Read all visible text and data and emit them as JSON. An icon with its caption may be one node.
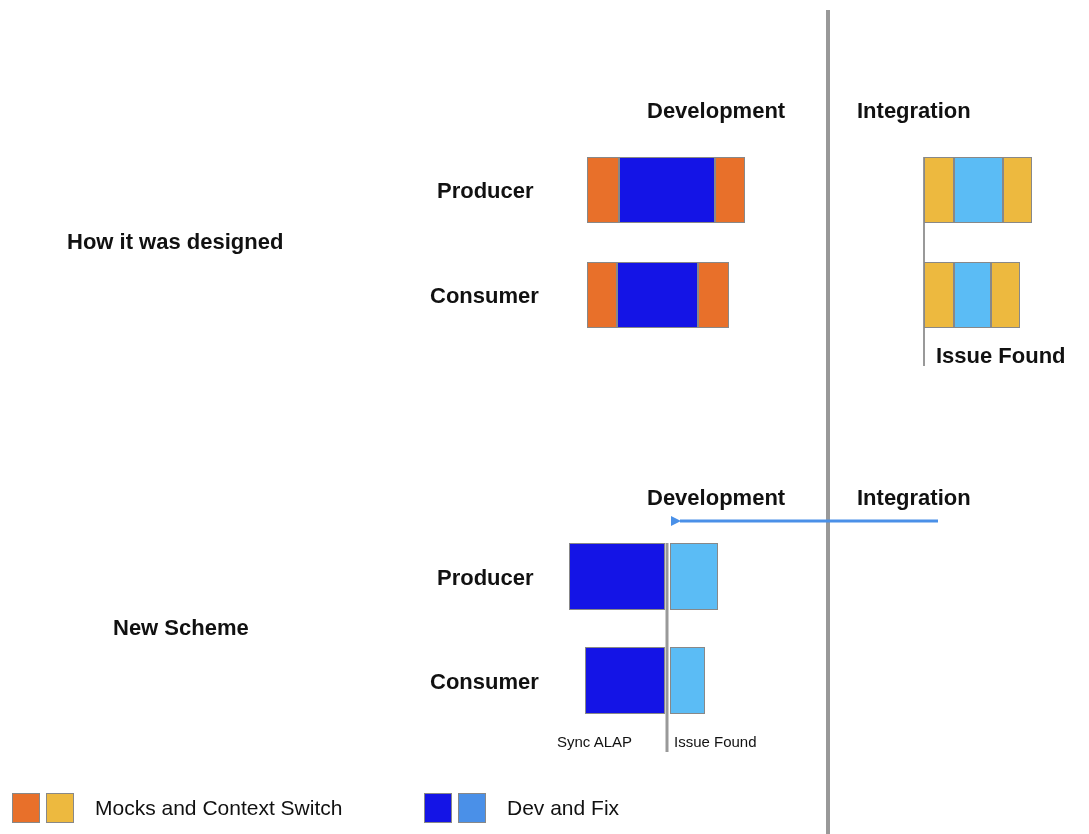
{
  "diagram": {
    "nodes": [
      {
        "text": [],
        "shape": "bar"
      },
      {
        "text": [],
        "shape": "bar"
      },
      {
        "text": [],
        "shape": "bar"
      },
      {
        "text": [],
        "shape": "bar"
      },
      {
        "text": [],
        "shape": "bar"
      },
      {
        "text": [],
        "shape": "bar"
      },
      {
        "text": [],
        "shape": "bar"
      },
      {
        "text": [],
        "shape": "bar"
      },
      {
        "text": [],
        "shape": "bar"
      },
      {
        "text": [],
        "shape": "bar"
      },
      {
        "text": [],
        "shape": "bar"
      },
      {
        "text": [],
        "shape": "bar"
      },
      {
        "text": [],
        "shape": "bar"
      },
      {
        "text": [],
        "shape": "bar"
      },
      {
        "text": [],
        "shape": "bar"
      },
      {
        "text": [],
        "shape": "bar"
      }
    ],
    "labels": [
      "Development",
      "Integration",
      "Producer",
      "How it was designed",
      "Consumer",
      "Issue Found",
      "Development",
      "Integration",
      "Producer",
      "New Scheme",
      "Consumer",
      "Sync ALAP",
      "Issue Found"
    ],
    "legend": [
      {
        "text": "Mocks and Context Switch",
        "color": "#e8702a"
      },
      {
        "text": "Dev and Fix",
        "color": "#1414e6"
      }
    ]
  }
}
